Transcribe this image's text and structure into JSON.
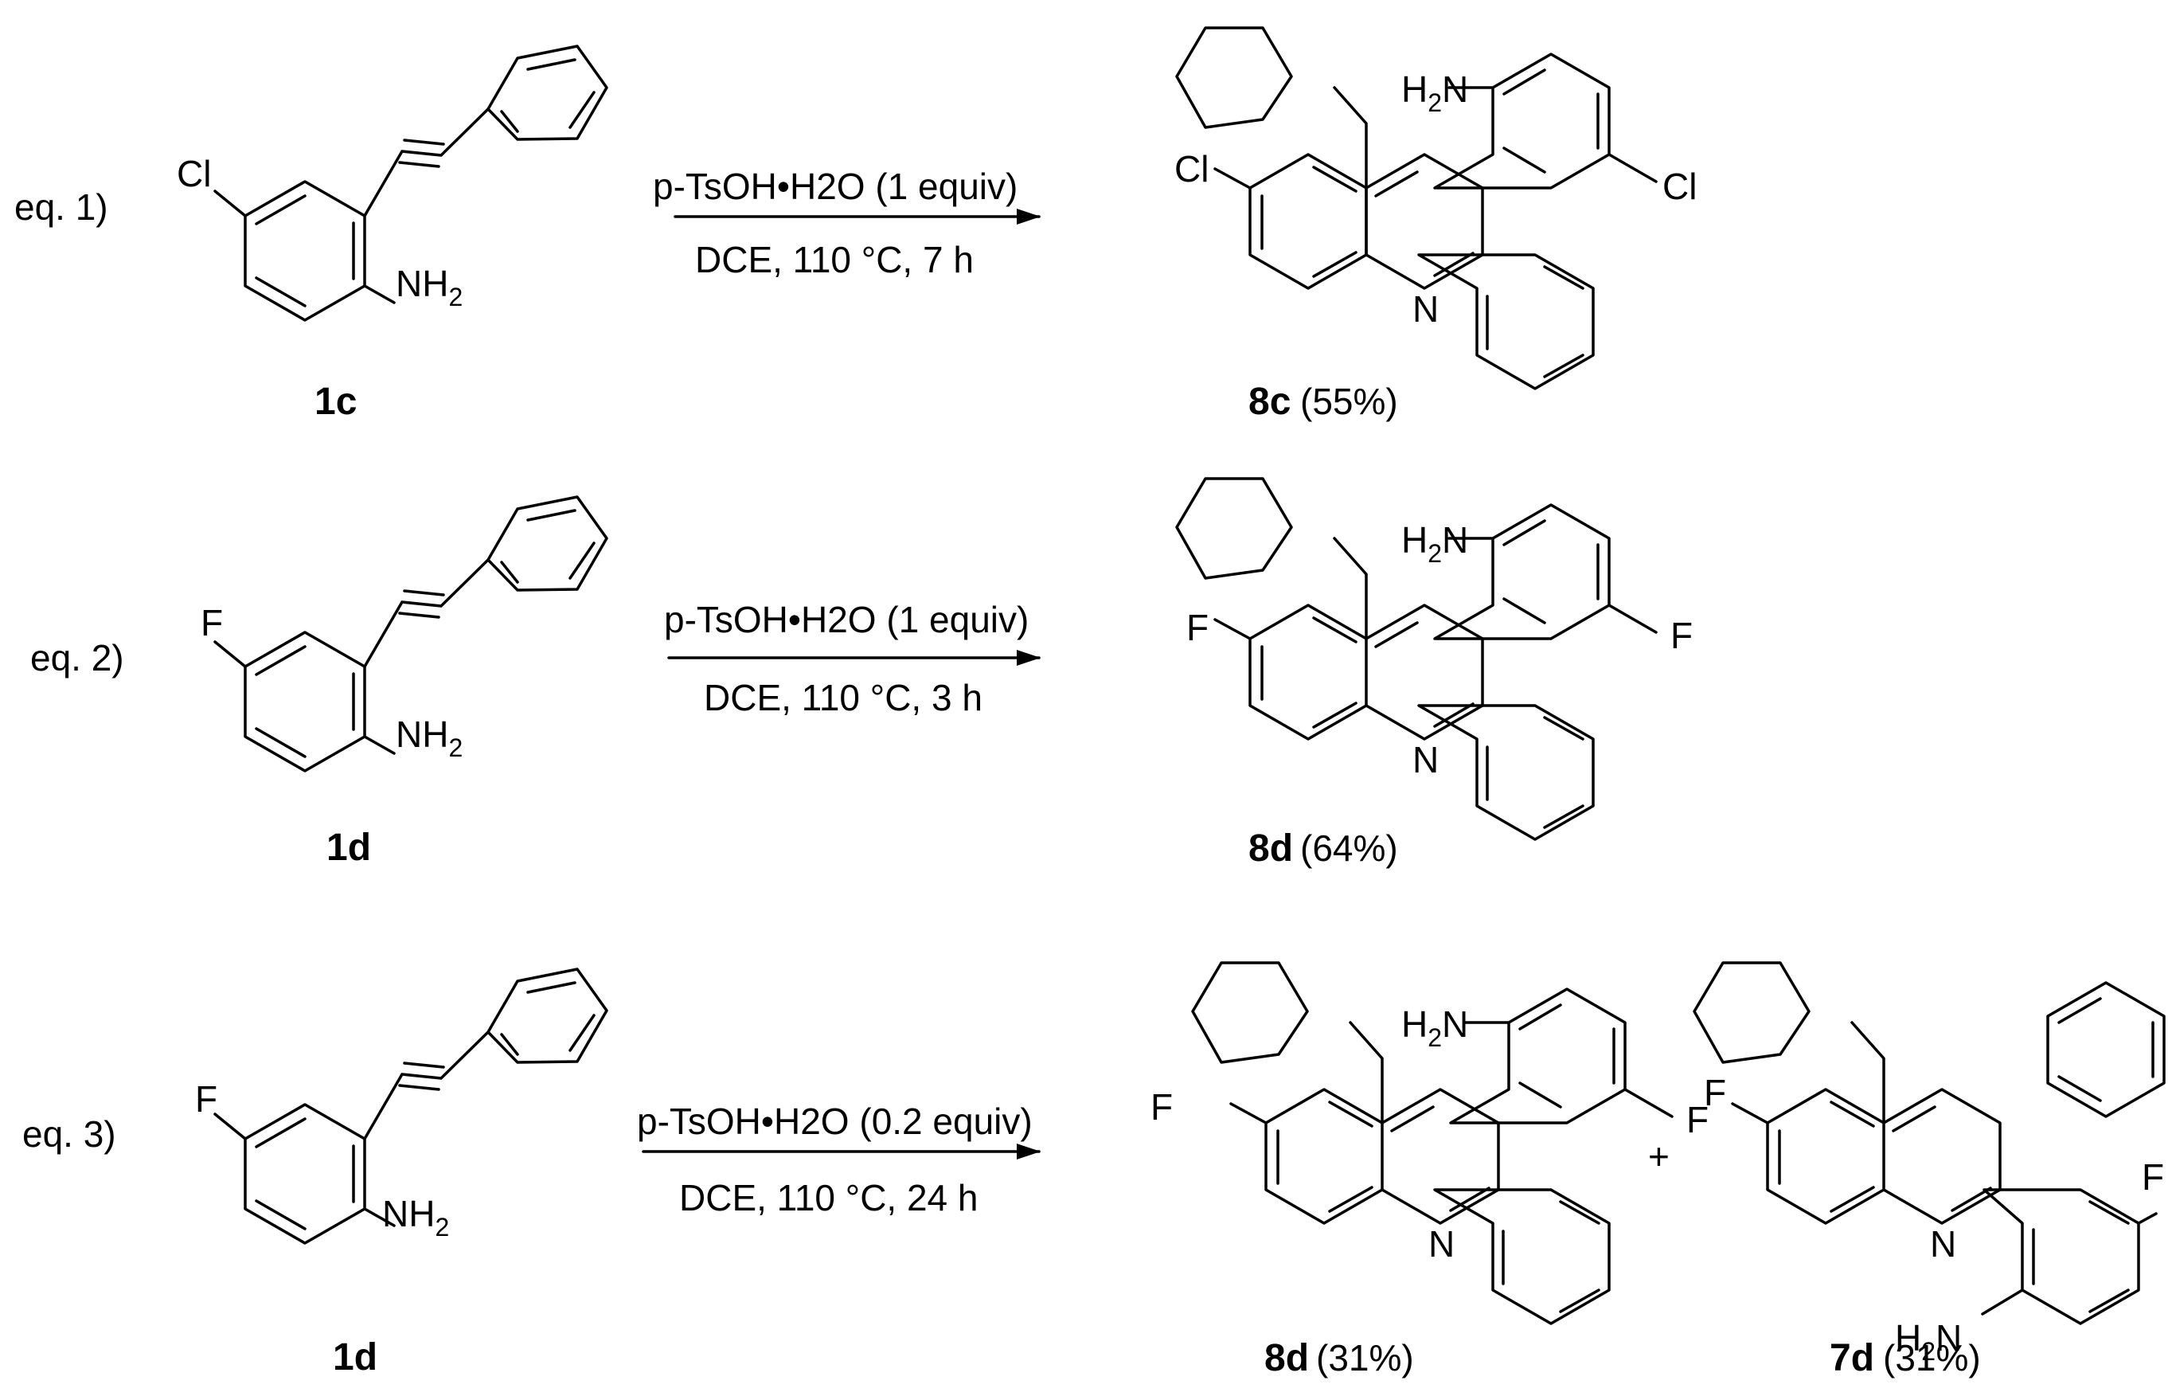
{
  "equations": [
    {
      "label": "eq. 1)",
      "reactant": {
        "id": "1c",
        "halogen": "Cl",
        "amine": "NH2"
      },
      "reagent": "p-TsOH•H2O (1 equiv)",
      "conditions": "DCE, 110 °C, 7 h",
      "products": [
        {
          "id": "8c",
          "yield": "(55%)",
          "halogen": "Cl",
          "amine": "H2N",
          "ring_n": "N"
        }
      ]
    },
    {
      "label": "eq. 2)",
      "reactant": {
        "id": "1d",
        "halogen": "F",
        "amine": "NH2"
      },
      "reagent": "p-TsOH•H2O (1 equiv)",
      "conditions": "DCE, 110 °C, 3 h",
      "products": [
        {
          "id": "8d",
          "yield": "(64%)",
          "halogen": "F",
          "amine": "H2N",
          "ring_n": "N"
        }
      ]
    },
    {
      "label": "eq. 3)",
      "reactant": {
        "id": "1d",
        "halogen": "F",
        "amine": "NH2"
      },
      "reagent": "p-TsOH•H2O (0.2 equiv)",
      "conditions": "DCE, 110 °C, 24 h",
      "products": [
        {
          "id": "8d",
          "yield": "(31%)",
          "halogen": "F",
          "amine": "H2N",
          "ring_n": "N"
        },
        {
          "id": "7d",
          "yield": "(31%)",
          "halogen": "F",
          "amine": "H2N",
          "ring_n": "N"
        }
      ],
      "plus": "+"
    }
  ]
}
